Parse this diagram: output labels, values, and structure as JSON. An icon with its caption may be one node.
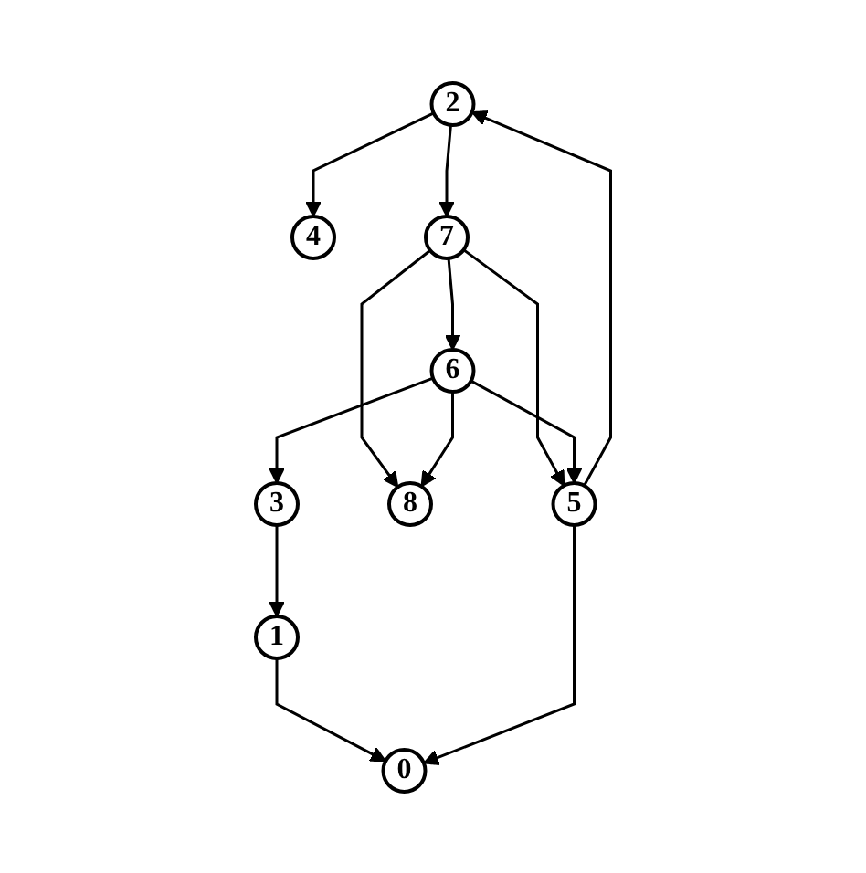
{
  "diagram": {
    "nodes": [
      {
        "text": [
          "2"
        ]
      },
      {
        "text": [
          "5"
        ]
      },
      {
        "text": [
          "4"
        ]
      },
      {
        "text": [
          "7"
        ]
      },
      {
        "text": [
          "6"
        ]
      },
      {
        "text": [
          "0"
        ]
      },
      {
        "text": [
          "8"
        ]
      },
      {
        "text": [
          "3"
        ]
      },
      {
        "text": [
          "1"
        ]
      }
    ],
    "edges": [
      {
        "from": 1,
        "to": 0,
        "arrow": "to"
      },
      {
        "from": 0,
        "to": 3,
        "arrow": "to"
      },
      {
        "from": 0,
        "to": 2,
        "arrow": "to"
      },
      {
        "from": 3,
        "to": 1,
        "arrow": "to"
      },
      {
        "from": 3,
        "to": 4,
        "arrow": "to"
      },
      {
        "from": 3,
        "to": 6,
        "arrow": "to"
      },
      {
        "from": 4,
        "to": 1,
        "arrow": "to"
      },
      {
        "from": 4,
        "to": 6,
        "arrow": "to"
      },
      {
        "from": 4,
        "to": 7,
        "arrow": "to"
      },
      {
        "from": 7,
        "to": 8,
        "arrow": "to"
      },
      {
        "from": 8,
        "to": 5,
        "arrow": "to"
      },
      {
        "from": 1,
        "to": 5,
        "arrow": "to"
      }
    ]
  }
}
